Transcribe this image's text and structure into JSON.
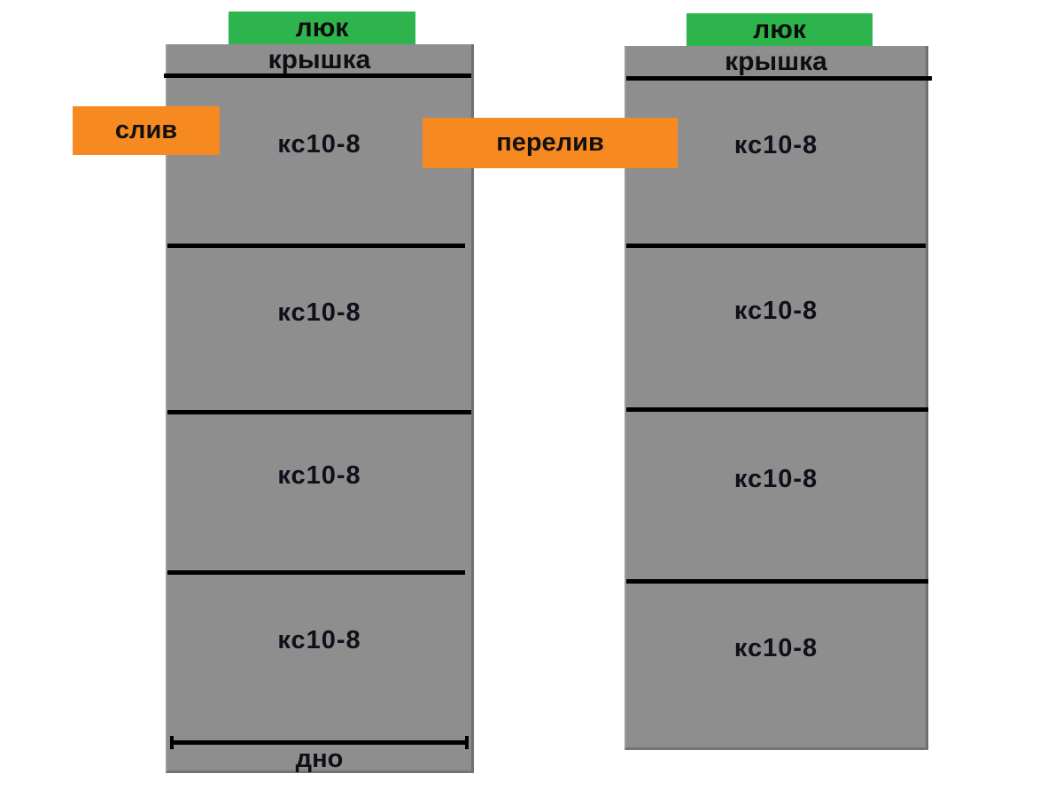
{
  "colors": {
    "hatch_green": "#2db44c",
    "pipe_orange": "#f6891f",
    "concrete_gray": "#8e8e8e",
    "line_black": "#000000",
    "background": "#ffffff"
  },
  "left_well": {
    "hatch_label": "люк",
    "cover_label": "крышка",
    "rings": [
      "кс10-8",
      "кс10-8",
      "кс10-8",
      "кс10-8"
    ],
    "bottom_label": "дно"
  },
  "right_well": {
    "hatch_label": "люк",
    "cover_label": "крышка",
    "rings": [
      "кс10-8",
      "кс10-8",
      "кс10-8",
      "кс10-8"
    ]
  },
  "connections": {
    "drain_label": "слив",
    "overflow_label": "перелив"
  }
}
